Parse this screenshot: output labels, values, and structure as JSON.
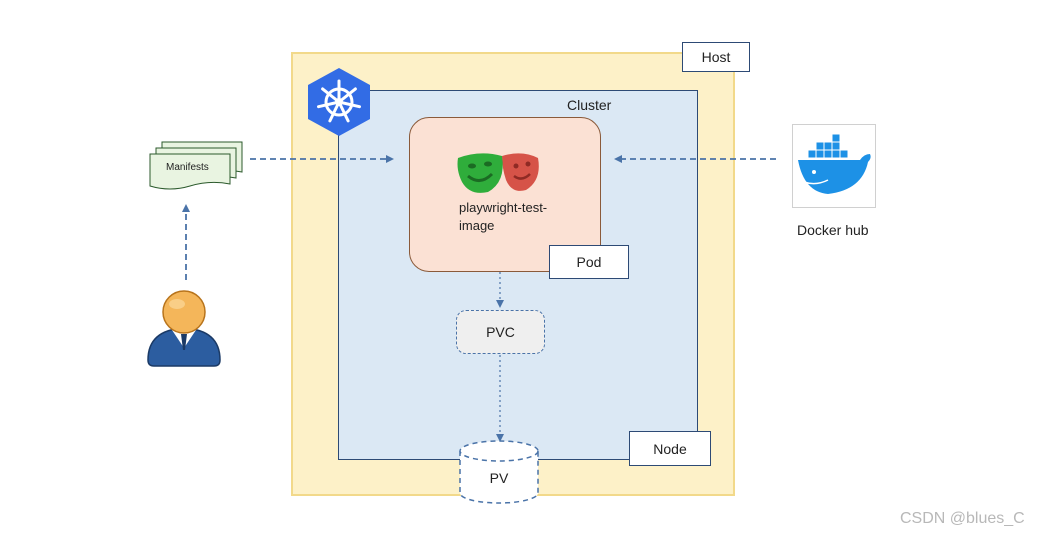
{
  "labels": {
    "host": "Host",
    "cluster": "Cluster",
    "node": "Node",
    "pod": "Pod",
    "image": "playwright-test-image",
    "pvc": "PVC",
    "pv": "PV",
    "docker_hub": "Docker hub",
    "manifests": "Manifests"
  },
  "watermark": "CSDN @blues_C",
  "colors": {
    "host_fill": "#fdf1c8",
    "cluster_fill": "#dbe8f4",
    "pod_fill": "#fbe1d4",
    "pvc_fill": "#efefef",
    "kubernetes_blue": "#326ce5",
    "docker_blue": "#1d91e6",
    "arrow": "#4a73a8"
  },
  "icons": [
    "kubernetes-icon",
    "playwright-icon",
    "docker-icon",
    "user-icon",
    "manifests-icon"
  ]
}
